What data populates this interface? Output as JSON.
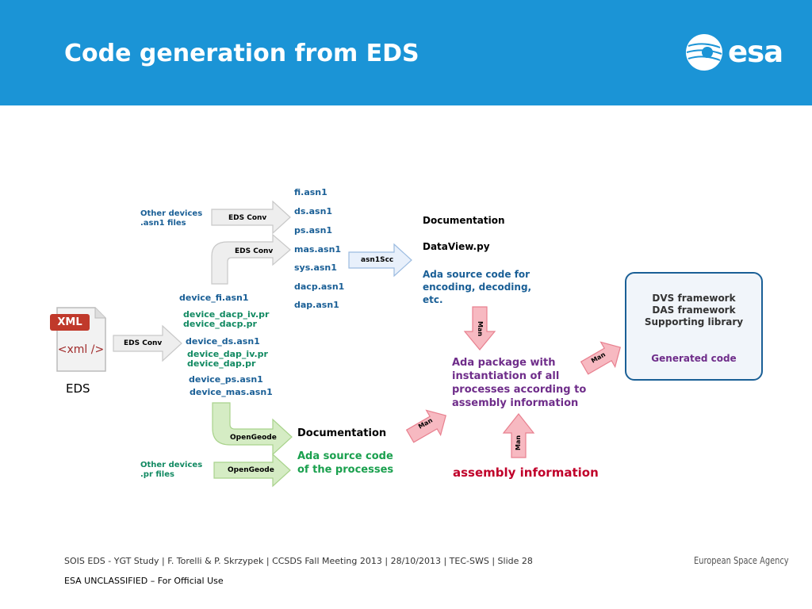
{
  "header": {
    "title": "Code generation from EDS",
    "logo_text": "esa"
  },
  "eds": {
    "file_badge": "XML",
    "file_glyph": "<xml />",
    "label": "EDS"
  },
  "tools": {
    "eds_conv_top": "EDS Conv",
    "eds_conv_mid": "EDS Conv",
    "eds_conv_main": "EDS Conv",
    "asn1scc": "asn1Scc",
    "opengeode_bend": "OpenGeode",
    "opengeode_straight": "OpenGeode"
  },
  "inputs": {
    "other_asn1_line1": "Other devices",
    "other_asn1_line2": ".asn1 files",
    "other_pr_line1": "Other devices",
    "other_pr_line2": ".pr files"
  },
  "device_files": [
    "device_fi.asn1",
    "device_dacp_iv.pr",
    "device_dacp.pr",
    "device_ds.asn1",
    "device_dap_iv.pr",
    "device_dap.pr",
    "device_ps.asn1",
    "device_mas.asn1"
  ],
  "asn1_files": [
    "fi.asn1",
    "ds.asn1",
    "ps.asn1",
    "mas.asn1",
    "sys.asn1",
    "dacp.asn1",
    "dap.asn1"
  ],
  "asn1scc_outputs": {
    "documentation": "Documentation",
    "dataview": "DataView.py",
    "ada_line1": "Ada source code for",
    "ada_line2": "encoding, decoding,",
    "ada_line3": "etc."
  },
  "opengeode_outputs": {
    "documentation": "Documentation",
    "ada_line1": "Ada source code",
    "ada_line2": "of the processes"
  },
  "ada_package": {
    "line1": "Ada package with",
    "line2": "instantiation of all",
    "line3": "processes according to",
    "line4": "assembly information"
  },
  "assembly_info": "assembly information",
  "manual_label": "Man",
  "framework_box": {
    "line1": "DVS framework",
    "line2": "DAS framework",
    "line3": "Supporting library",
    "generated": "Generated code"
  },
  "footer": {
    "line1": "SOIS EDS - YGT Study | F. Torelli & P. Skrzypek | CCSDS Fall Meeting 2013 | 28/10/2013 | TEC-SWS | Slide  28",
    "line2": "ESA UNCLASSIFIED – For Official Use",
    "agency": "European Space Agency"
  },
  "colors": {
    "header": "#1b94d6",
    "file_blue": "#1a5f96",
    "file_teal": "#128a62",
    "purple": "#6f2d8a",
    "red": "#c0002a",
    "green": "#1aa04e",
    "manual_arrow": "#f7b9c1",
    "conv_arrow": "#eeeeee",
    "asn1scc_arrow": "#e8f0fb",
    "opengeode_arrow": "#d5ecc4"
  }
}
